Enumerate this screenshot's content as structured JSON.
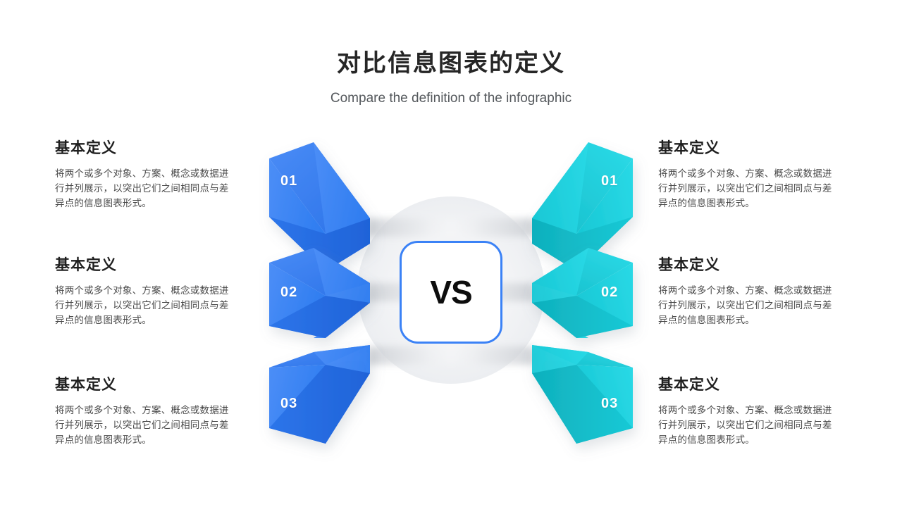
{
  "header": {
    "title": "对比信息图表的定义",
    "subtitle": "Compare the definition of the infographic"
  },
  "center": {
    "vs_label": "VS"
  },
  "colors": {
    "blue_front": "#3b82f6",
    "blue_top": "#2f78ef",
    "blue_side": "#2f78ef",
    "cyan_front": "#22d3e0",
    "cyan_top": "#19c6d4",
    "cyan_side": "#19c6d4",
    "vs_border": "#3b82f6",
    "title_text": "#262626",
    "subtitle_text": "#54585c",
    "body_text": "#4a4a4a",
    "heading_text": "#1f1f1f",
    "background": "#ffffff",
    "circle_gray": "#f1f2f4"
  },
  "left_items": [
    {
      "number": "01",
      "heading": "基本定义",
      "body": "将两个或多个对象、方案、概念或数据进行并列展示，以突出它们之间相同点与差异点的信息图表形式。"
    },
    {
      "number": "02",
      "heading": "基本定义",
      "body": "将两个或多个对象、方案、概念或数据进行并列展示，以突出它们之间相同点与差异点的信息图表形式。"
    },
    {
      "number": "03",
      "heading": "基本定义",
      "body": "将两个或多个对象、方案、概念或数据进行并列展示，以突出它们之间相同点与差异点的信息图表形式。"
    }
  ],
  "right_items": [
    {
      "number": "01",
      "heading": "基本定义",
      "body": "将两个或多个对象、方案、概念或数据进行并列展示，以突出它们之间相同点与差异点的信息图表形式。"
    },
    {
      "number": "02",
      "heading": "基本定义",
      "body": "将两个或多个对象、方案、概念或数据进行并列展示，以突出它们之间相同点与差异点的信息图表形式。"
    },
    {
      "number": "03",
      "heading": "基本定义",
      "body": "将两个或多个对象、方案、概念或数据进行并列展示，以突出它们之间相同点与差异点的信息图表形式。"
    }
  ]
}
